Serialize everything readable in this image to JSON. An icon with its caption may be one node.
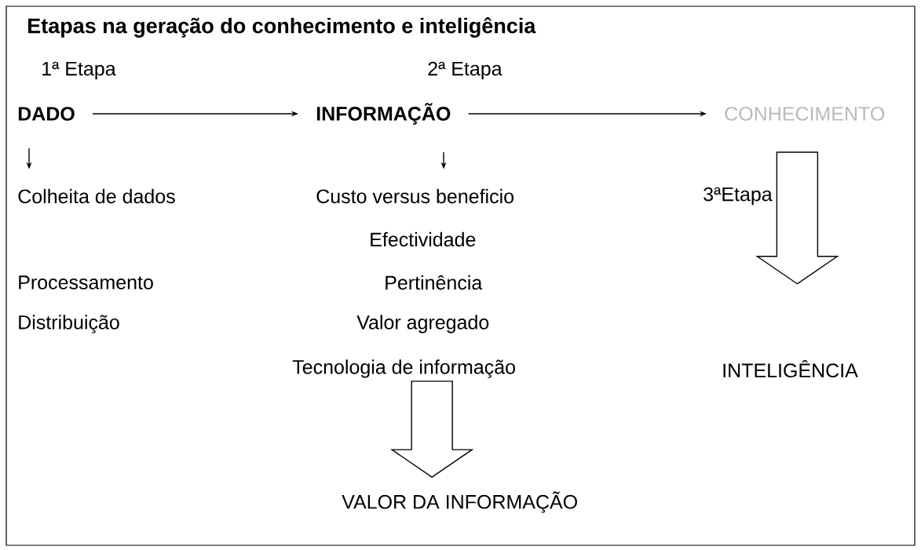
{
  "diagram": {
    "title": "Etapas na geração do conhecimento e inteligência",
    "nodes": [
      {
        "text": [
          "DADO"
        ]
      },
      {
        "text": [
          "INFORMAÇÃO"
        ]
      },
      {
        "text": [
          "CONHECIMENTO"
        ]
      },
      {
        "text": [
          "Colheita de dados"
        ]
      },
      {
        "text": [
          "Custo versus beneficio"
        ]
      },
      {
        "text": [
          "Tecnologia de informação"
        ]
      },
      {
        "text": [
          "VALOR DA INFORMAÇÃO"
        ]
      },
      {
        "text": [
          "INTELIGÊNCIA"
        ]
      }
    ],
    "edges": [
      {
        "from": 0,
        "to": 1,
        "arrow": "to"
      },
      {
        "from": 1,
        "to": 2,
        "arrow": "to"
      },
      {
        "from": 0,
        "to": 3,
        "arrow": "to"
      },
      {
        "from": 1,
        "to": 4,
        "arrow": "to"
      },
      {
        "from": 5,
        "to": 6,
        "arrow": "to",
        "style": "thick"
      },
      {
        "from": 2,
        "to": 7,
        "arrow": "to",
        "style": "thick"
      }
    ],
    "labels": [
      "1ª Etapa",
      "2ª Etapa",
      "3ªEtapa",
      "Efectividade",
      "Processamento",
      "Pertinência",
      "Distribuição",
      "Valor agregado"
    ]
  }
}
